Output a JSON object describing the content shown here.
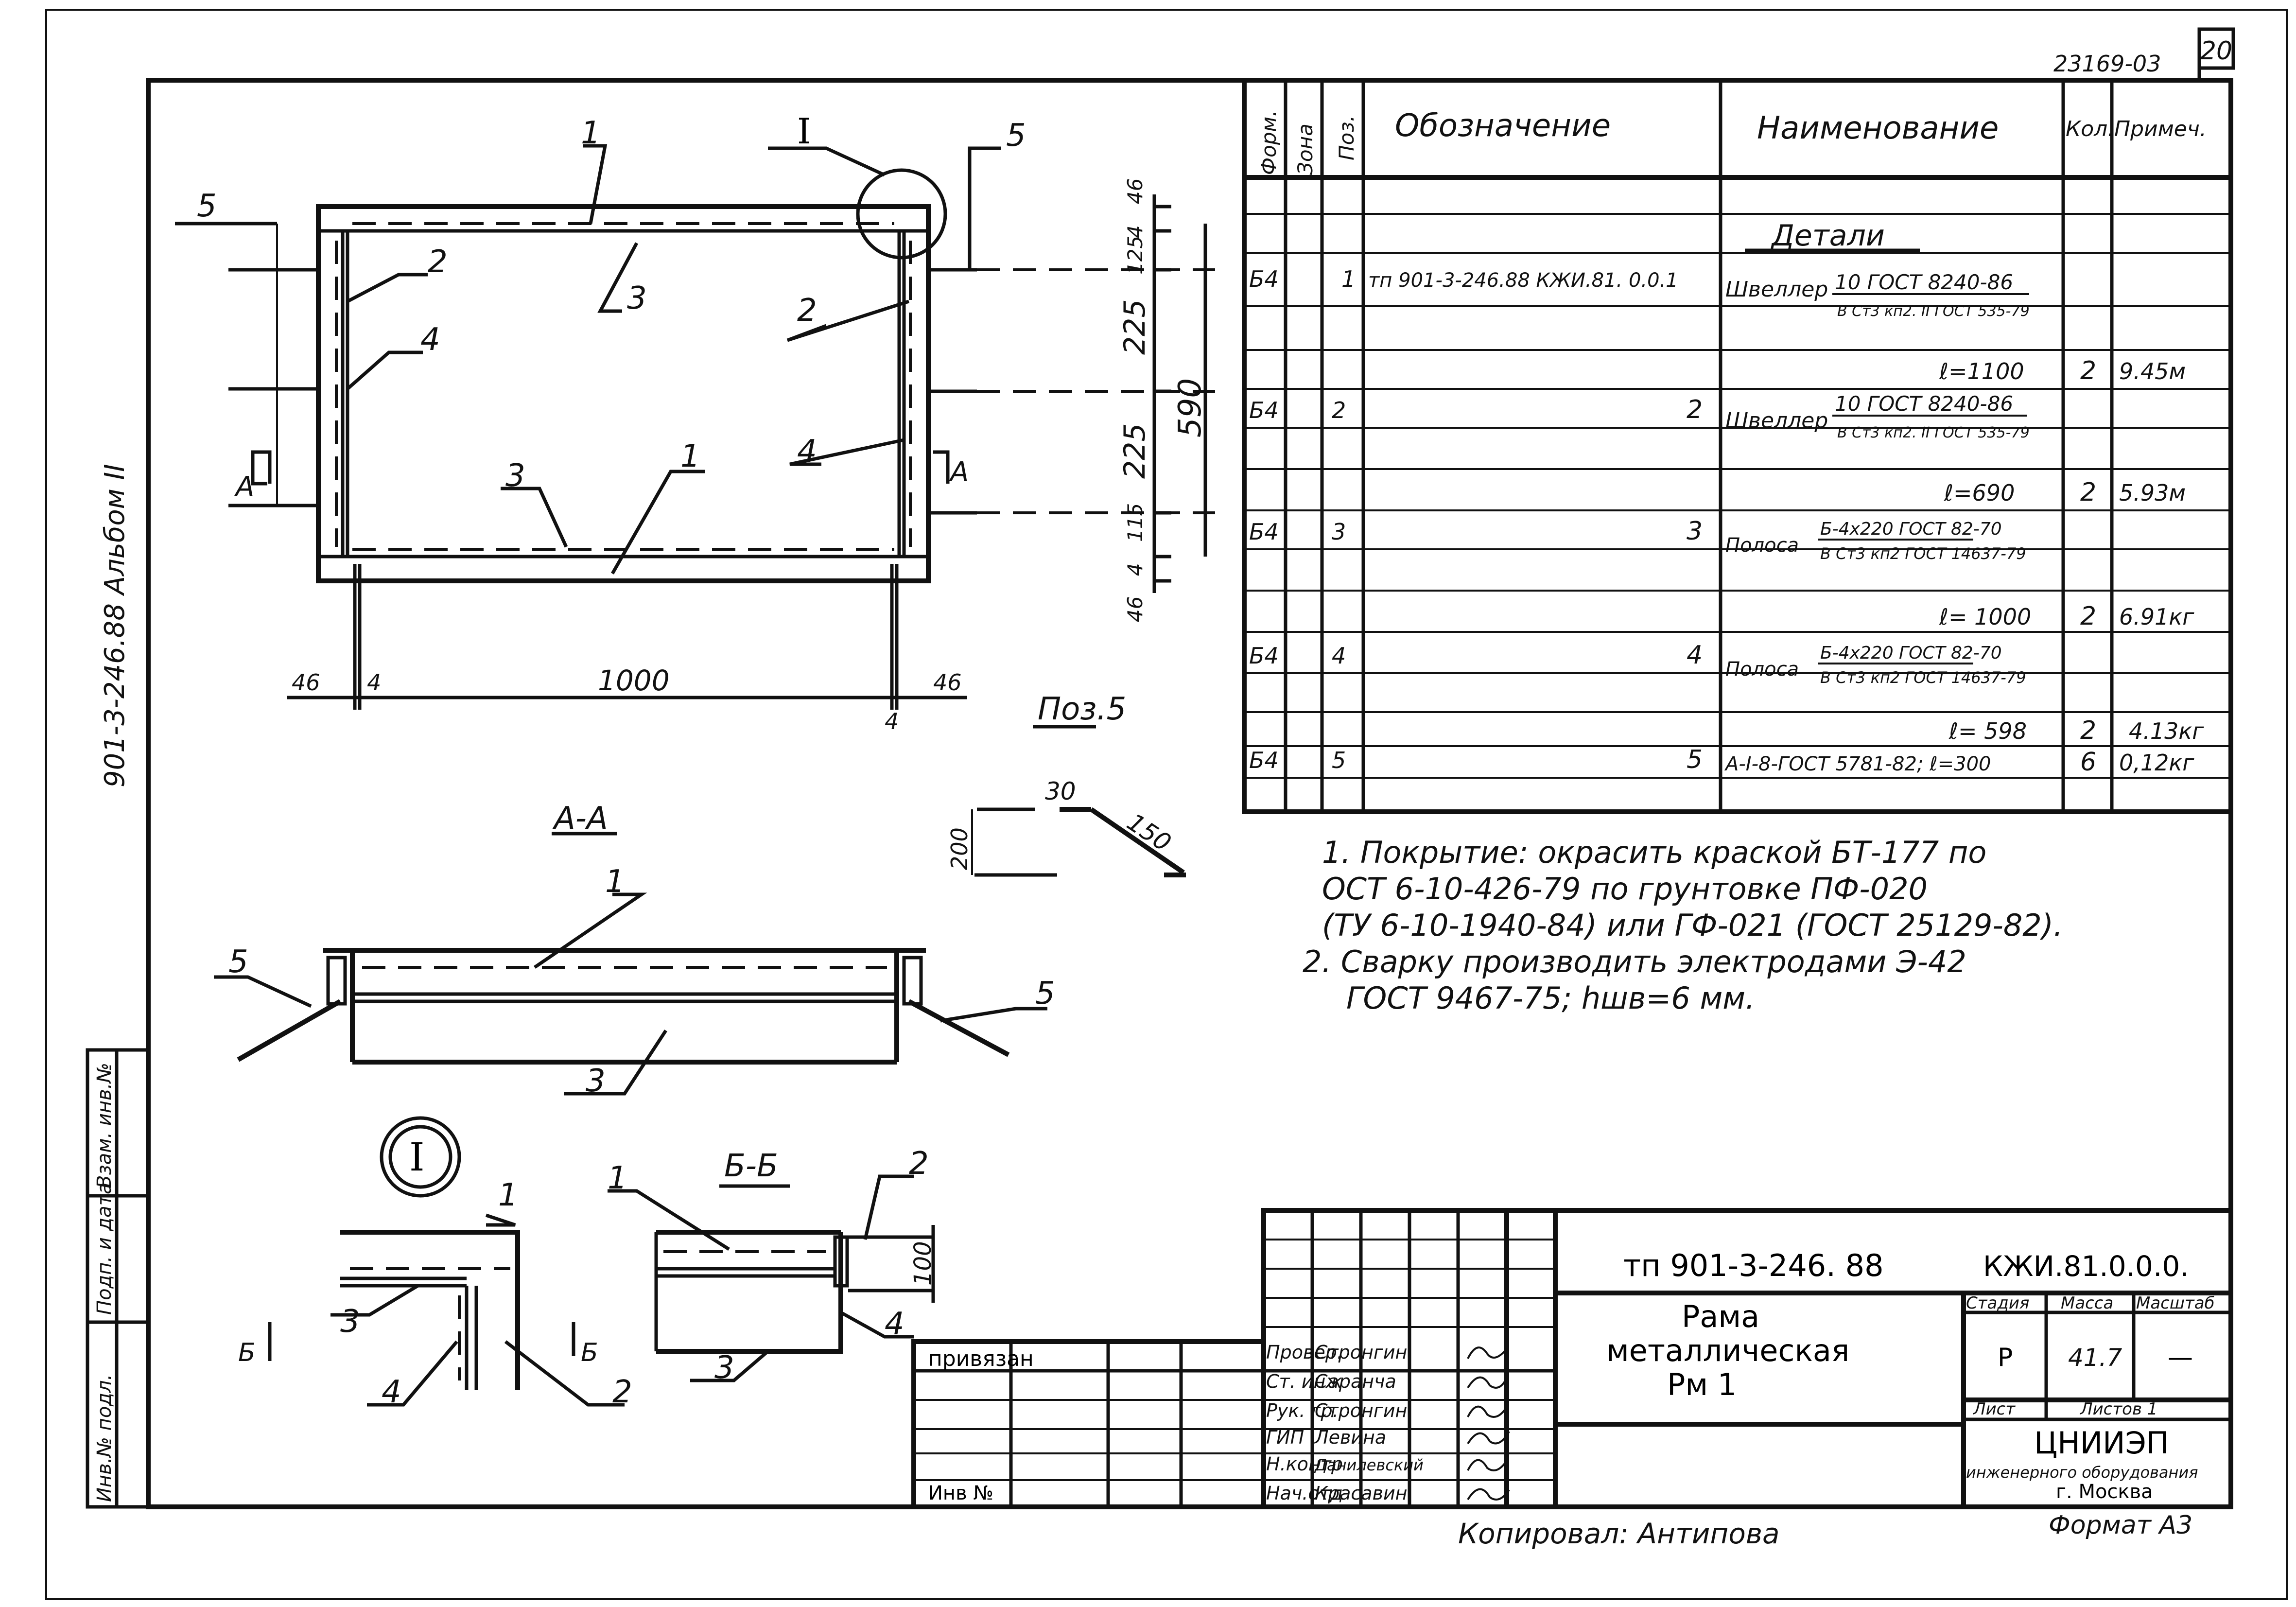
{
  "sheet_number": "20",
  "drawing_code": "23169-03",
  "side_label": "901-3-246.88 Альбом II",
  "main_view": {
    "pos_labels": [
      "1",
      "1",
      "2",
      "2",
      "3",
      "3",
      "4",
      "4",
      "5",
      "5",
      "I",
      "A",
      "A"
    ],
    "dims": {
      "top": "46",
      "gap1": "4",
      "d125": "125",
      "d225a": "225",
      "d225b": "225",
      "d115": "115",
      "gap2": "4",
      "bottom": "46",
      "total": "590",
      "left46": "46",
      "left4": "4",
      "width": "1000",
      "right4": "4",
      "right46": "46"
    }
  },
  "section_aa": {
    "title": "А-А",
    "labels": [
      "1",
      "5",
      "5",
      "3"
    ]
  },
  "detail_i": {
    "title": "I",
    "labels": [
      "1",
      "3",
      "4",
      "2",
      "Б",
      "Б"
    ]
  },
  "section_bb": {
    "title": "Б-Б",
    "labels": [
      "1",
      "2",
      "3",
      "4"
    ],
    "dim": "100"
  },
  "pos5": {
    "title": "Поз.5",
    "d30": "30",
    "d150": "150",
    "d200": "200"
  },
  "spec": {
    "headers": [
      "Форм.",
      "Зона",
      "Поз.",
      "Обозначение",
      "Наименование",
      "Кол.",
      "Примеч."
    ],
    "section": "Детали",
    "rows": [
      {
        "fmt": "Б4",
        "zone": "",
        "pos": "1",
        "desig": "тп 901-3-246.88 КЖИ.81. 0.0.1",
        "name_top": "Швеллер",
        "frac_top": "10 ГОСТ 8240-86",
        "frac_bot": "В Ст3 кп2. II ГОСТ 535-79",
        "qty": "",
        "note": ""
      },
      {
        "fmt": "",
        "zone": "",
        "pos": "",
        "desig": "",
        "name_top": "",
        "frac_top": "",
        "frac_bot": "",
        "len": "ℓ=1100",
        "qty": "2",
        "note": "9.45м"
      },
      {
        "fmt": "Б4",
        "zone": "",
        "pos": "2",
        "desig": "2",
        "name_top": "Швеллер",
        "frac_top": "10 ГОСТ 8240-86",
        "frac_bot": "В Ст3 кп2. II ГОСТ 535-79",
        "qty": "",
        "note": ""
      },
      {
        "fmt": "",
        "zone": "",
        "pos": "",
        "desig": "",
        "name_top": "",
        "frac_top": "",
        "frac_bot": "",
        "len": "ℓ=690",
        "qty": "2",
        "note": "5.93м"
      },
      {
        "fmt": "Б4",
        "zone": "",
        "pos": "3",
        "desig": "3",
        "name_top": "Полоса",
        "frac_top": "Б-4x220 ГОСТ 82-70",
        "frac_bot": "В Ст3 кп2 ГОСТ 14637-79",
        "qty": "",
        "note": ""
      },
      {
        "fmt": "",
        "zone": "",
        "pos": "",
        "desig": "",
        "name_top": "",
        "frac_top": "",
        "frac_bot": "",
        "len": "ℓ= 1000",
        "qty": "2",
        "note": "6.91кг"
      },
      {
        "fmt": "Б4",
        "zone": "",
        "pos": "4",
        "desig": "4",
        "name_top": "Полоса",
        "frac_top": "Б-4x220 ГОСТ 82-70",
        "frac_bot": "В Ст3 кп2 ГОСТ 14637-79",
        "qty": "",
        "note": ""
      },
      {
        "fmt": "",
        "zone": "",
        "pos": "",
        "desig": "",
        "name_top": "",
        "frac_top": "",
        "frac_bot": "",
        "len": "ℓ= 598",
        "qty": "2",
        "note": "4.13кг"
      },
      {
        "fmt": "Б4",
        "zone": "",
        "pos": "5",
        "desig": "5",
        "name_top": "А-I-8-ГОСТ 5781-82; ℓ=300",
        "frac_top": "",
        "frac_bot": "",
        "qty": "6",
        "note": "0,12кг"
      }
    ]
  },
  "notes": [
    "1. Покрытие: окрасить краской БТ-177 по",
    "ОСТ 6-10-426-79 по грунтовке ПФ-020",
    "(ТУ 6-10-1940-84) или ГФ-021 (ГОСТ 25129-82).",
    "2. Сварку производить электродами Э-42",
    "ГОСТ 9467-75; hшв=6 мм."
  ],
  "title_block": {
    "code": "тп 901-3-246. 88",
    "code2": "КЖИ.81.0.0.0.",
    "title_line1": "Рама",
    "title_line2": "металлическая",
    "title_line3": "Рм 1",
    "stage_hdr": "Стадия",
    "mass_hdr": "Масса",
    "scale_hdr": "Масштаб",
    "stage": "Р",
    "mass": "41.7",
    "scale": "—",
    "sheet_hdr": "Лист",
    "sheets_hdr": "Листов 1",
    "org1": "ЦНИИЭП",
    "org2": "инженерного оборудования",
    "org3": "г. Москва",
    "privyazan": "привязан",
    "inv": "Инв №",
    "roles": [
      {
        "role": "Провер.",
        "name": "Стронгин"
      },
      {
        "role": "Ст. инж",
        "name": "Саранча"
      },
      {
        "role": "Рук. гр.",
        "name": "Стронгин"
      },
      {
        "role": "ГИП",
        "name": "Левина"
      },
      {
        "role": "Н.контр",
        "name": "Данилевский"
      },
      {
        "role": "Нач.отд",
        "name": "Красавин"
      }
    ],
    "copied": "Копировал: Антипова",
    "format": "Формат А3"
  },
  "left_strip": [
    "Инв.№ подл.",
    "Подп. и дата",
    "Взам. инв.№"
  ]
}
